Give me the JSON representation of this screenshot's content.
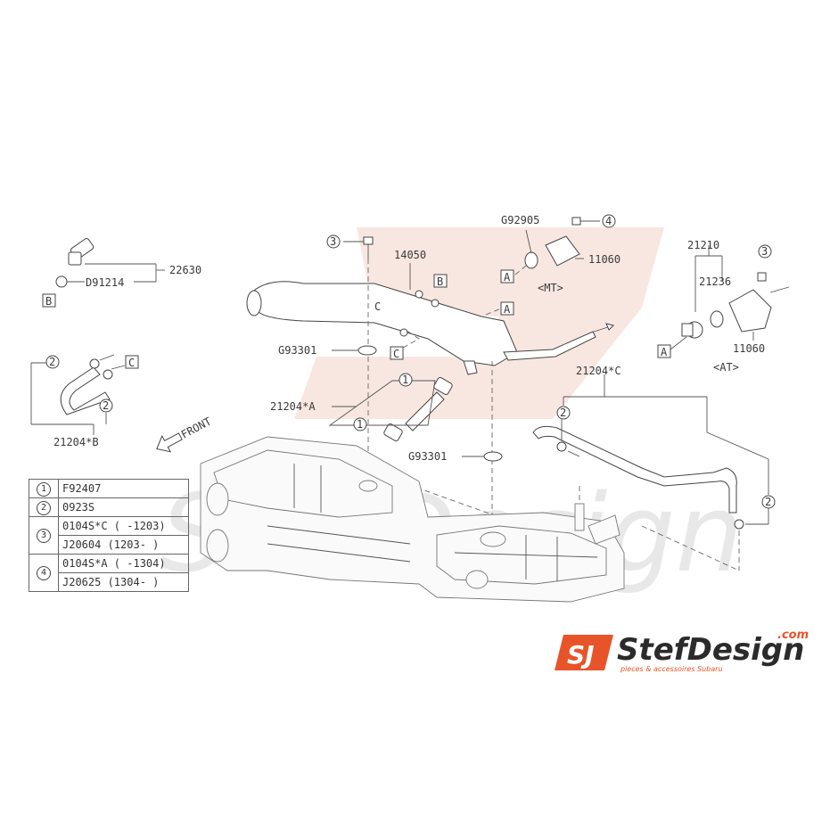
{
  "labels": {
    "p22630": "22630",
    "d91214": "D91214",
    "p14050": "14050",
    "g92905": "G92905",
    "p11060_mt": "11060",
    "mt": "<MT>",
    "p21210": "21210",
    "p21236": "21236",
    "p11060_at": "11060",
    "at": "<AT>",
    "g93301_top": "G93301",
    "g93301_bottom": "G93301",
    "p21204a": "21204*A",
    "p21204b": "21204*B",
    "p21204c": "21204*C",
    "front": "FRONT"
  },
  "box_letters": {
    "a": "A",
    "b": "B",
    "c": "C"
  },
  "circle_nums": {
    "one": "1",
    "two": "2",
    "three": "3",
    "four": "4"
  },
  "legend": [
    {
      "num": "1",
      "lines": [
        "F92407"
      ]
    },
    {
      "num": "2",
      "lines": [
        "0923S"
      ]
    },
    {
      "num": "3",
      "lines": [
        "0104S*C ( -1203)",
        "J20604  (1203- )"
      ]
    },
    {
      "num": "4",
      "lines": [
        "0104S*A ( -1304)",
        "J20625 (1304- )"
      ]
    }
  ],
  "watermark": {
    "brand": "StefDesign",
    "tld": ".com",
    "tagline": "pieces & accessoires Subaru"
  },
  "colors": {
    "brand_orange": "#e8542a",
    "brand_dark": "#2b2b2b",
    "line": "#444444"
  }
}
